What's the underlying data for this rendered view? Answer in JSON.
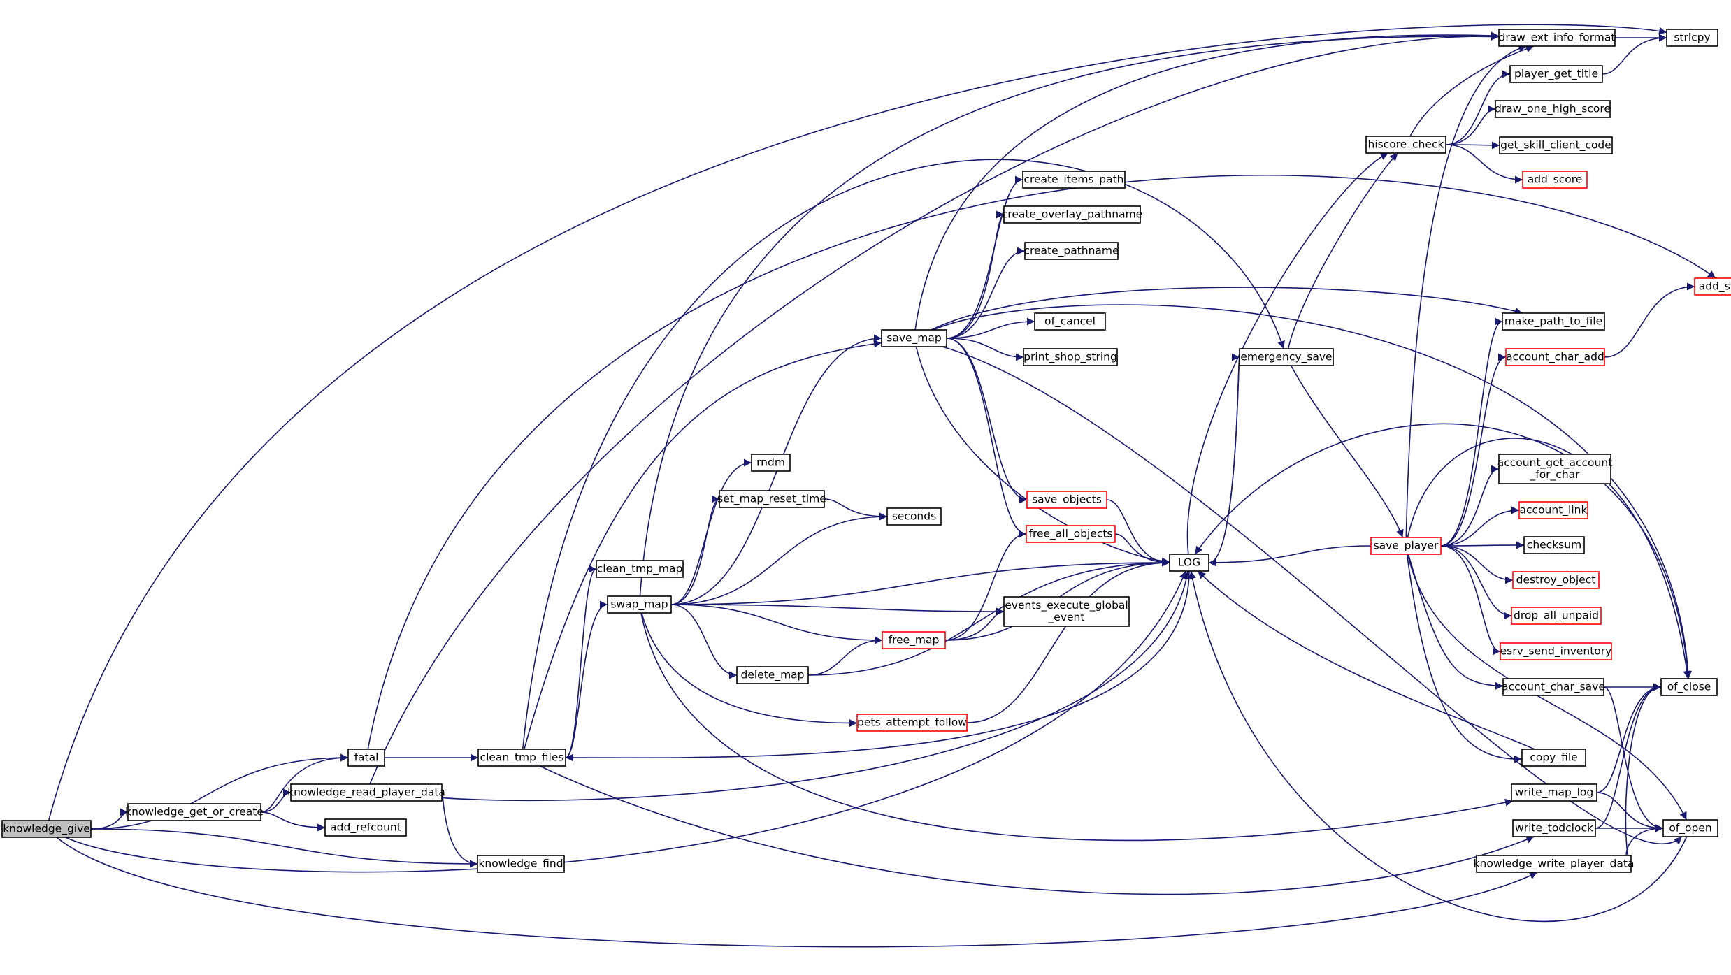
{
  "graph": {
    "edge_color": "#191970",
    "root_fill": "#bfbfbf",
    "box_border_default": "#000000",
    "box_border_incomplete": "#ff0000",
    "nodes": [
      {
        "id": "knowledge_give",
        "lines": [
          "knowledge_give"
        ],
        "style": "root"
      },
      {
        "id": "knowledge_get_or_create",
        "lines": [
          "knowledge_get_or_create"
        ],
        "style": "normal"
      },
      {
        "id": "fatal",
        "lines": [
          "fatal"
        ],
        "style": "normal"
      },
      {
        "id": "knowledge_read_player_data",
        "lines": [
          "knowledge_read_player_data"
        ],
        "style": "normal"
      },
      {
        "id": "add_refcount",
        "lines": [
          "add_refcount"
        ],
        "style": "normal"
      },
      {
        "id": "knowledge_find",
        "lines": [
          "knowledge_find"
        ],
        "style": "normal"
      },
      {
        "id": "clean_tmp_files",
        "lines": [
          "clean_tmp_files"
        ],
        "style": "normal"
      },
      {
        "id": "clean_tmp_map",
        "lines": [
          "clean_tmp_map"
        ],
        "style": "normal"
      },
      {
        "id": "swap_map",
        "lines": [
          "swap_map"
        ],
        "style": "normal"
      },
      {
        "id": "save_map",
        "lines": [
          "save_map"
        ],
        "style": "normal"
      },
      {
        "id": "rndm",
        "lines": [
          "rndm"
        ],
        "style": "normal"
      },
      {
        "id": "set_map_reset_time",
        "lines": [
          "set_map_reset_time"
        ],
        "style": "normal"
      },
      {
        "id": "seconds",
        "lines": [
          "seconds"
        ],
        "style": "normal"
      },
      {
        "id": "delete_map",
        "lines": [
          "delete_map"
        ],
        "style": "normal"
      },
      {
        "id": "free_map",
        "lines": [
          "free_map"
        ],
        "style": "red"
      },
      {
        "id": "pets_attempt_follow",
        "lines": [
          "pets_attempt_follow"
        ],
        "style": "red"
      },
      {
        "id": "create_items_path",
        "lines": [
          "create_items_path"
        ],
        "style": "normal"
      },
      {
        "id": "create_overlay_pathname",
        "lines": [
          "create_overlay_pathname"
        ],
        "style": "normal"
      },
      {
        "id": "create_pathname",
        "lines": [
          "create_pathname"
        ],
        "style": "normal"
      },
      {
        "id": "of_cancel",
        "lines": [
          "of_cancel"
        ],
        "style": "normal"
      },
      {
        "id": "print_shop_string",
        "lines": [
          "print_shop_string"
        ],
        "style": "normal"
      },
      {
        "id": "save_objects",
        "lines": [
          "save_objects"
        ],
        "style": "red"
      },
      {
        "id": "free_all_objects",
        "lines": [
          "free_all_objects"
        ],
        "style": "red"
      },
      {
        "id": "events_execute_global_event",
        "lines": [
          "events_execute_global",
          "_event"
        ],
        "style": "normal"
      },
      {
        "id": "LOG",
        "lines": [
          "LOG"
        ],
        "style": "normal"
      },
      {
        "id": "emergency_save",
        "lines": [
          "emergency_save"
        ],
        "style": "normal"
      },
      {
        "id": "hiscore_check",
        "lines": [
          "hiscore_check"
        ],
        "style": "normal"
      },
      {
        "id": "save_player",
        "lines": [
          "save_player"
        ],
        "style": "red"
      },
      {
        "id": "draw_ext_info_format",
        "lines": [
          "draw_ext_info_format"
        ],
        "style": "normal"
      },
      {
        "id": "player_get_title",
        "lines": [
          "player_get_title"
        ],
        "style": "normal"
      },
      {
        "id": "draw_one_high_score",
        "lines": [
          "draw_one_high_score"
        ],
        "style": "normal"
      },
      {
        "id": "get_skill_client_code",
        "lines": [
          "get_skill_client_code"
        ],
        "style": "normal"
      },
      {
        "id": "add_score",
        "lines": [
          "add_score"
        ],
        "style": "red"
      },
      {
        "id": "make_path_to_file",
        "lines": [
          "make_path_to_file"
        ],
        "style": "normal"
      },
      {
        "id": "account_char_add",
        "lines": [
          "account_char_add"
        ],
        "style": "red"
      },
      {
        "id": "account_get_account_for_char",
        "lines": [
          "account_get_account",
          "_for_char"
        ],
        "style": "normal"
      },
      {
        "id": "account_link",
        "lines": [
          "account_link"
        ],
        "style": "red"
      },
      {
        "id": "checksum",
        "lines": [
          "checksum"
        ],
        "style": "normal"
      },
      {
        "id": "destroy_object",
        "lines": [
          "destroy_object"
        ],
        "style": "red"
      },
      {
        "id": "drop_all_unpaid",
        "lines": [
          "drop_all_unpaid"
        ],
        "style": "red"
      },
      {
        "id": "esrv_send_inventory",
        "lines": [
          "esrv_send_inventory"
        ],
        "style": "red"
      },
      {
        "id": "account_char_save",
        "lines": [
          "account_char_save"
        ],
        "style": "normal"
      },
      {
        "id": "copy_file",
        "lines": [
          "copy_file"
        ],
        "style": "normal"
      },
      {
        "id": "write_map_log",
        "lines": [
          "write_map_log"
        ],
        "style": "normal"
      },
      {
        "id": "write_todclock",
        "lines": [
          "write_todclock"
        ],
        "style": "normal"
      },
      {
        "id": "knowledge_write_player_data",
        "lines": [
          "knowledge_write_player_data"
        ],
        "style": "normal"
      },
      {
        "id": "strlcpy",
        "lines": [
          "strlcpy"
        ],
        "style": "normal"
      },
      {
        "id": "add_string",
        "lines": [
          "add_string"
        ],
        "style": "red"
      },
      {
        "id": "of_close",
        "lines": [
          "of_close"
        ],
        "style": "normal"
      },
      {
        "id": "of_open",
        "lines": [
          "of_open"
        ],
        "style": "normal"
      }
    ],
    "edges": [
      [
        "knowledge_give",
        "knowledge_get_or_create"
      ],
      [
        "knowledge_give",
        "fatal"
      ],
      [
        "knowledge_give",
        "knowledge_find"
      ],
      [
        "knowledge_give",
        "strlcpy"
      ],
      [
        "knowledge_give",
        "LOG"
      ],
      [
        "knowledge_give",
        "knowledge_write_player_data"
      ],
      [
        "knowledge_get_or_create",
        "fatal"
      ],
      [
        "knowledge_get_or_create",
        "knowledge_read_player_data"
      ],
      [
        "knowledge_get_or_create",
        "add_refcount"
      ],
      [
        "knowledge_read_player_data",
        "knowledge_find"
      ],
      [
        "knowledge_read_player_data",
        "draw_ext_info_format"
      ],
      [
        "knowledge_read_player_data",
        "LOG"
      ],
      [
        "fatal",
        "clean_tmp_files"
      ],
      [
        "fatal",
        "add_string"
      ],
      [
        "clean_tmp_files",
        "clean_tmp_map"
      ],
      [
        "clean_tmp_files",
        "swap_map"
      ],
      [
        "clean_tmp_files",
        "save_map"
      ],
      [
        "clean_tmp_files",
        "emergency_save"
      ],
      [
        "clean_tmp_files",
        "write_todclock"
      ],
      [
        "swap_map",
        "save_map"
      ],
      [
        "swap_map",
        "rndm"
      ],
      [
        "swap_map",
        "set_map_reset_time"
      ],
      [
        "swap_map",
        "seconds"
      ],
      [
        "swap_map",
        "LOG"
      ],
      [
        "swap_map",
        "events_execute_global_event"
      ],
      [
        "swap_map",
        "free_map"
      ],
      [
        "swap_map",
        "delete_map"
      ],
      [
        "swap_map",
        "pets_attempt_follow"
      ],
      [
        "swap_map",
        "write_map_log"
      ],
      [
        "swap_map",
        "draw_ext_info_format"
      ],
      [
        "set_map_reset_time",
        "seconds"
      ],
      [
        "save_map",
        "create_items_path"
      ],
      [
        "save_map",
        "create_overlay_pathname"
      ],
      [
        "save_map",
        "create_pathname"
      ],
      [
        "save_map",
        "of_cancel"
      ],
      [
        "save_map",
        "print_shop_string"
      ],
      [
        "save_map",
        "save_objects"
      ],
      [
        "save_map",
        "free_all_objects"
      ],
      [
        "save_map",
        "LOG"
      ],
      [
        "save_map",
        "make_path_to_file"
      ],
      [
        "save_map",
        "of_close"
      ],
      [
        "save_map",
        "of_open"
      ],
      [
        "save_map",
        "draw_ext_info_format"
      ],
      [
        "delete_map",
        "free_map"
      ],
      [
        "delete_map",
        "LOG"
      ],
      [
        "free_map",
        "events_execute_global_event"
      ],
      [
        "free_map",
        "free_all_objects"
      ],
      [
        "free_map",
        "LOG"
      ],
      [
        "pets_attempt_follow",
        "LOG"
      ],
      [
        "save_objects",
        "LOG"
      ],
      [
        "free_all_objects",
        "LOG"
      ],
      [
        "LOG",
        "clean_tmp_files"
      ],
      [
        "LOG",
        "emergency_save"
      ],
      [
        "LOG",
        "hiscore_check"
      ],
      [
        "emergency_save",
        "LOG"
      ],
      [
        "emergency_save",
        "hiscore_check"
      ],
      [
        "emergency_save",
        "save_player"
      ],
      [
        "hiscore_check",
        "draw_ext_info_format"
      ],
      [
        "hiscore_check",
        "player_get_title"
      ],
      [
        "hiscore_check",
        "draw_one_high_score"
      ],
      [
        "hiscore_check",
        "get_skill_client_code"
      ],
      [
        "hiscore_check",
        "add_score"
      ],
      [
        "player_get_title",
        "strlcpy"
      ],
      [
        "draw_ext_info_format",
        "strlcpy"
      ],
      [
        "save_player",
        "LOG"
      ],
      [
        "save_player",
        "draw_ext_info_format"
      ],
      [
        "save_player",
        "make_path_to_file"
      ],
      [
        "save_player",
        "account_char_add"
      ],
      [
        "save_player",
        "account_get_account_for_char"
      ],
      [
        "save_player",
        "account_link"
      ],
      [
        "save_player",
        "checksum"
      ],
      [
        "save_player",
        "destroy_object"
      ],
      [
        "save_player",
        "drop_all_unpaid"
      ],
      [
        "save_player",
        "esrv_send_inventory"
      ],
      [
        "save_player",
        "account_char_save"
      ],
      [
        "save_player",
        "copy_file"
      ],
      [
        "save_player",
        "of_close"
      ],
      [
        "save_player",
        "of_open"
      ],
      [
        "account_char_add",
        "add_string"
      ],
      [
        "account_char_save",
        "of_close"
      ],
      [
        "account_char_save",
        "of_open"
      ],
      [
        "copy_file",
        "LOG"
      ],
      [
        "write_map_log",
        "of_close"
      ],
      [
        "write_map_log",
        "of_open"
      ],
      [
        "write_todclock",
        "of_close"
      ],
      [
        "write_todclock",
        "of_open"
      ],
      [
        "knowledge_write_player_data",
        "of_close"
      ],
      [
        "knowledge_write_player_data",
        "of_open"
      ],
      [
        "of_close",
        "LOG"
      ],
      [
        "of_open",
        "LOG"
      ]
    ]
  }
}
